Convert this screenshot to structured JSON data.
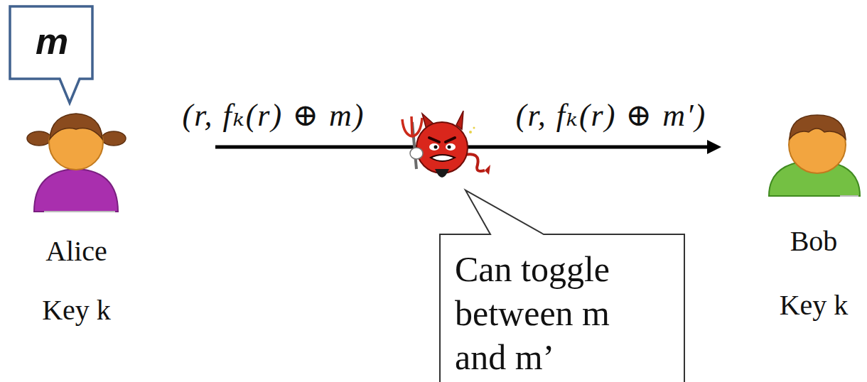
{
  "diagram": {
    "nodes": [
      {
        "text": [
          "m"
        ]
      },
      {
        "text": [
          "Alice",
          "Key k"
        ]
      },
      {
        "text": [
          "Bob",
          "Key k"
        ]
      },
      {
        "text": [
          "Can toggle between m and m’"
        ]
      }
    ],
    "edges": [
      {
        "from": 1,
        "to": 2,
        "arrow": "to"
      }
    ],
    "labels": [
      "(r, fₖ(r) ⊕ m)",
      "(r, fₖ(r) ⊕ m′)"
    ]
  }
}
